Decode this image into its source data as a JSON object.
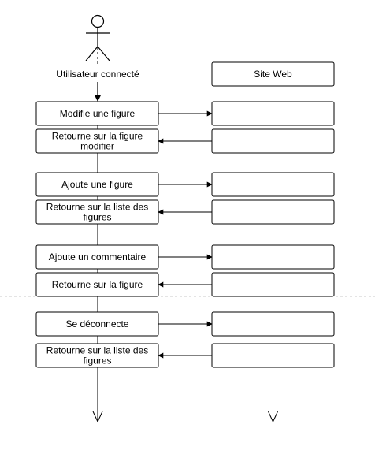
{
  "actor": {
    "label": "Utilisateur connecté"
  },
  "system": {
    "label": "Site Web"
  },
  "messages": [
    {
      "from": "actor",
      "text": [
        "Modifie une figure"
      ]
    },
    {
      "from": "system",
      "text": [
        "Retourne sur la figure",
        "modifier"
      ]
    },
    {
      "from": "actor",
      "text": [
        "Ajoute une figure"
      ]
    },
    {
      "from": "system",
      "text": [
        "Retourne sur la liste des",
        "figures"
      ]
    },
    {
      "from": "actor",
      "text": [
        "Ajoute un commentaire"
      ]
    },
    {
      "from": "system",
      "text": [
        "Retourne sur la figure"
      ]
    },
    {
      "from": "actor",
      "text": [
        "Se déconnecte"
      ]
    },
    {
      "from": "system",
      "text": [
        "Retourne sur la liste des",
        "figures"
      ]
    }
  ],
  "colors": {
    "stroke": "#000000",
    "page_break": "#c8c8c8",
    "background": "#ffffff"
  }
}
